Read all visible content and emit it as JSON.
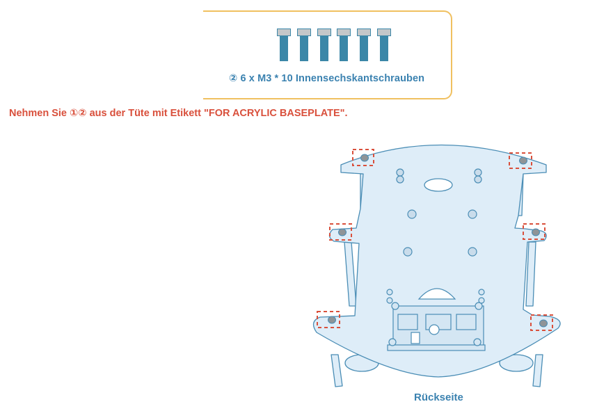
{
  "parts": {
    "item_number": "②",
    "quantity": 6,
    "caption": "② 6 x M3 * 10 Innensechskantschrauben",
    "icon": "hex-socket-screw-icon",
    "screw_count": 6
  },
  "instruction": {
    "text": "Nehmen Sie ①② aus der Tüte mit Etikett \"FOR ACRYLIC BASEPLATE\"."
  },
  "figure": {
    "caption": "Rückseite",
    "highlight_count": 6,
    "highlight_icon": "dashed-highlight-box-icon"
  },
  "colors": {
    "box_border": "#f0c060",
    "accent_blue": "#3b82b0",
    "screw_blue": "#3b87a8",
    "screw_head": "#c4c7c9",
    "instruction_red": "#d9503c",
    "plate_fill": "#deedf8",
    "plate_stroke": "#4a8db5",
    "highlight_red": "#d9503c"
  }
}
